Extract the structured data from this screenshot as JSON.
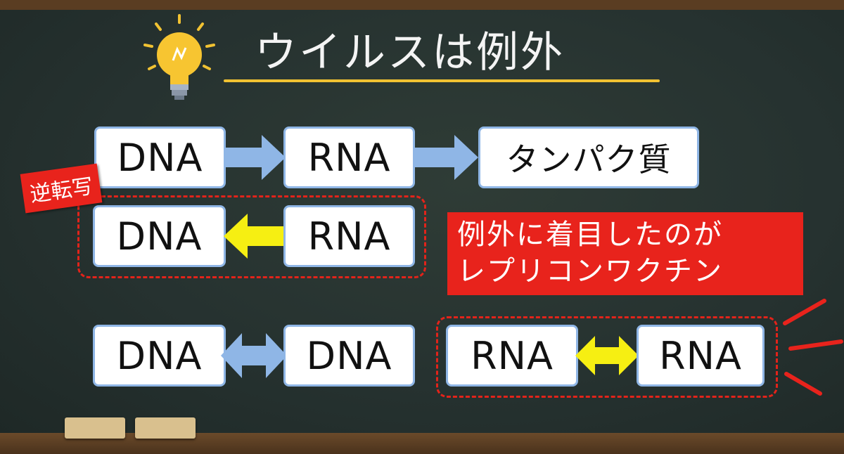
{
  "title": "ウイルスは例外",
  "row1": {
    "box1": "DNA",
    "box2": "RNA",
    "box3": "タンパク質"
  },
  "reverse_label": "逆転写",
  "row2": {
    "box1": "DNA",
    "box2": "RNA"
  },
  "callout": {
    "line1": "例外に着目したのが",
    "line2": "レプリコンワクチン"
  },
  "row3": {
    "box1": "DNA",
    "box2": "DNA",
    "box3": "RNA",
    "box4": "RNA"
  },
  "colors": {
    "board": "#263230",
    "box_border": "#8fb6e6",
    "blue_arrow": "#8fb6e6",
    "yellow_arrow": "#f6ef12",
    "red": "#e8231c",
    "underline": "#f1c232"
  },
  "icons": [
    "lightbulb-icon"
  ]
}
